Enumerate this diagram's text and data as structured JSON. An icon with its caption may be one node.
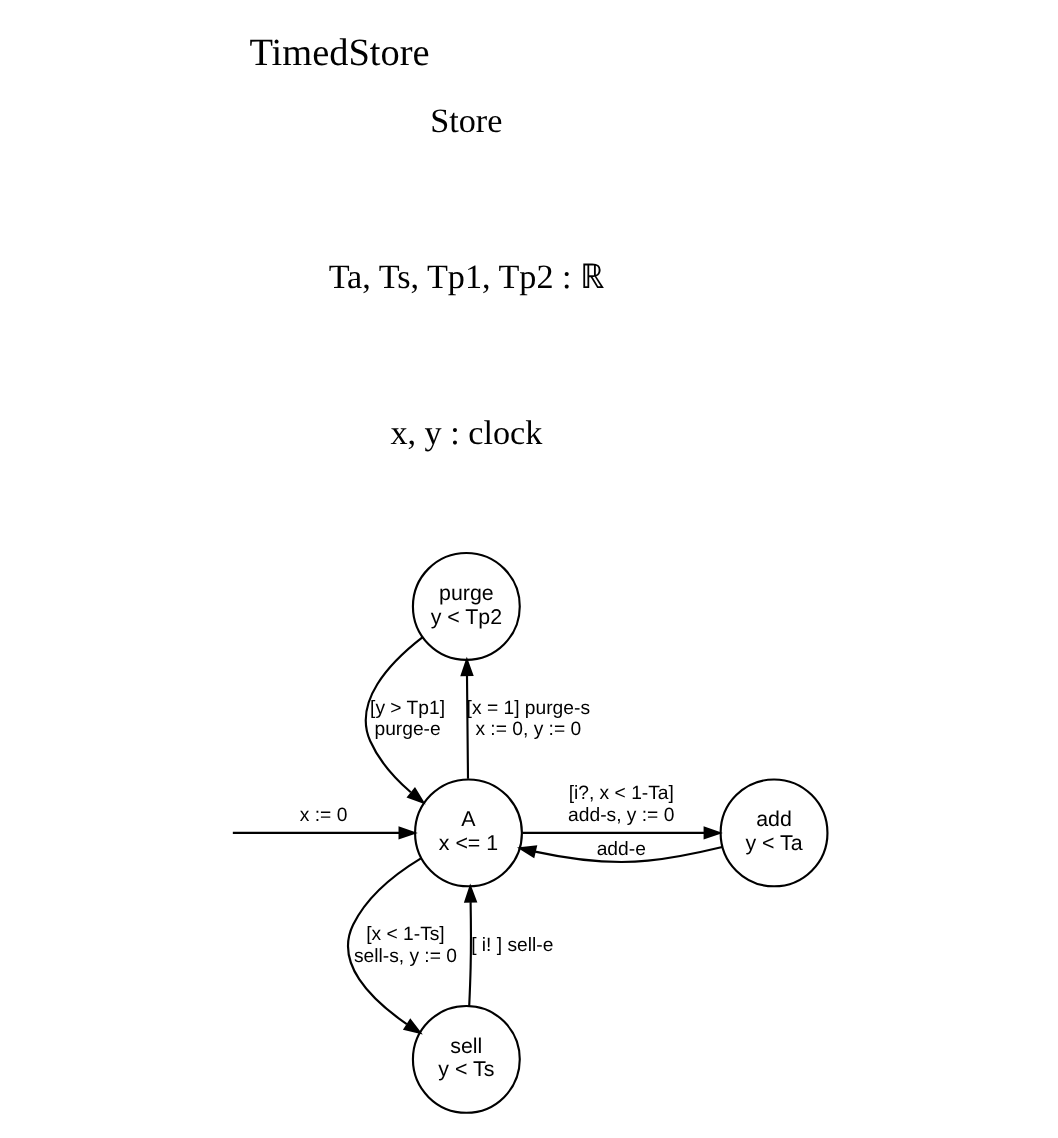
{
  "diagram": {
    "title": "TimedStore",
    "nodes": [
      {
        "text": [
          "purge",
          "y < Tp2"
        ]
      },
      {
        "text": [
          "A",
          "x <= 1"
        ]
      },
      {
        "text": [
          "add",
          "y < Ta"
        ]
      },
      {
        "text": [
          "sell",
          "y < Ts"
        ]
      }
    ],
    "edges": [
      {
        "from": null,
        "to": 1,
        "arrow": "to",
        "label": "x := 0"
      },
      {
        "from": 1,
        "to": 0,
        "arrow": "to",
        "label": "[x = 1] purge-s x := 0, y := 0"
      },
      {
        "from": 0,
        "to": 1,
        "arrow": "to",
        "label": "[y > Tp1] purge-e"
      },
      {
        "from": 1,
        "to": 2,
        "arrow": "to",
        "label": "[i?, x < 1-Ta] add-s, y := 0"
      },
      {
        "from": 2,
        "to": 1,
        "arrow": "to",
        "label": "add-e"
      },
      {
        "from": 1,
        "to": 3,
        "arrow": "to",
        "label": "[x < 1-Ts] sell-s, y := 0"
      },
      {
        "from": 3,
        "to": 1,
        "arrow": "to",
        "label": "[ i! ] sell-e"
      }
    ],
    "labels": [
      "Store",
      "Ta, Ts, Tp1, Tp2 : ℝ",
      "x, y : clock"
    ]
  }
}
